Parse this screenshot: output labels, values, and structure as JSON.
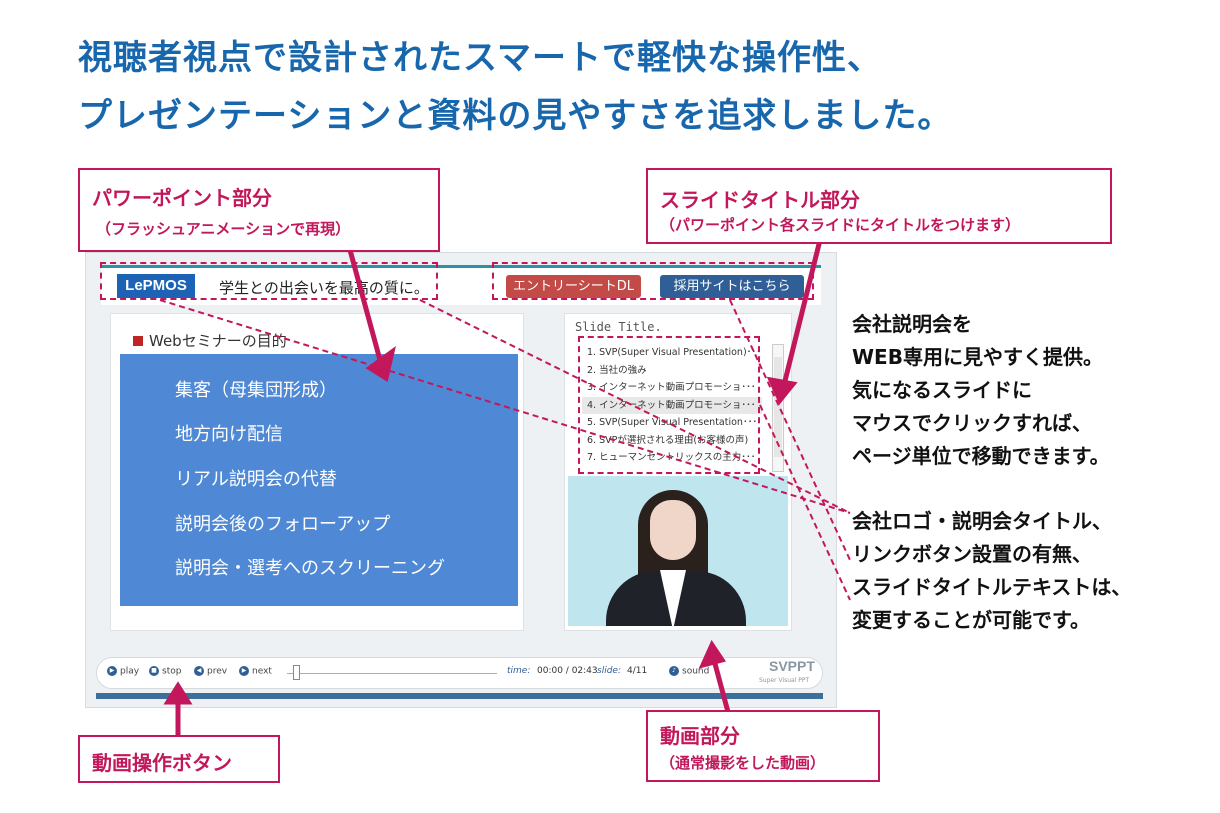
{
  "headline": {
    "line1": "視聴者視点で設計されたスマートで軽快な操作性、",
    "line2": "プレゼンテーションと資料の見やすさを追求しました。"
  },
  "player": {
    "logo_text": "LePMOS",
    "event_title": "学生との出会いを最高の質に。",
    "entry_button": "エントリーシートDL",
    "recruit_button": "採用サイトはこちら",
    "slide": {
      "heading": "Webセミナーの目的",
      "items": [
        "集客（母集団形成）",
        "地方向け配信",
        "リアル説明会の代替",
        "説明会後のフォローアップ",
        "説明会・選考へのスクリーニング"
      ]
    },
    "slide_title_label": "Slide Title.",
    "title_list": [
      "1. SVP(Super Visual Presentation)･･･",
      "2. 当社の強み",
      "3. インターネット動画プロモーショ･･･",
      "4. インターネット動画プロモーショ･･･",
      "5. SVP(Super Visual Presentation･･･",
      "6. SVPが選択される理由(お客様の声)",
      "7. ヒューマンセントリックスの主力･･･"
    ],
    "selected_title_index": 3,
    "controls": {
      "play": "play",
      "stop": "stop",
      "prev": "prev",
      "next": "next",
      "time_label": "time:",
      "time_value": "00:00 / 02:43",
      "slide_label": "slide:",
      "slide_value": "4/11",
      "sound": "sound",
      "logo": "SVPPT",
      "logo_sub": "Super Visual PPT"
    },
    "seek_fraction": 0.0
  },
  "callouts": {
    "powerpoint_title": "パワーポイント部分",
    "powerpoint_sub": "（フラッシュアニメーションで再現）",
    "slidetitle_title": "スライドタイトル部分",
    "slidetitle_sub": "（パワーポイント各スライドにタイトルをつけます）",
    "controls_title": "動画操作ボタン",
    "video_title": "動画部分",
    "video_sub": "（通常撮影をした動画）"
  },
  "right_text": {
    "para1": [
      "会社説明会を",
      "WEB専用に見やすく提供。",
      "気になるスライドに",
      "マウスでクリックすれば、",
      "ページ単位で移動できます。"
    ],
    "para2": [
      "会社ロゴ・説明会タイトル、",
      "リンクボタン設置の有無、",
      "スライドタイトルテキストは、",
      "変更することが可能です。"
    ]
  },
  "colors": {
    "headline": "#1867ad",
    "accent": "#c2185b",
    "slide_blue": "#4f88d4"
  }
}
